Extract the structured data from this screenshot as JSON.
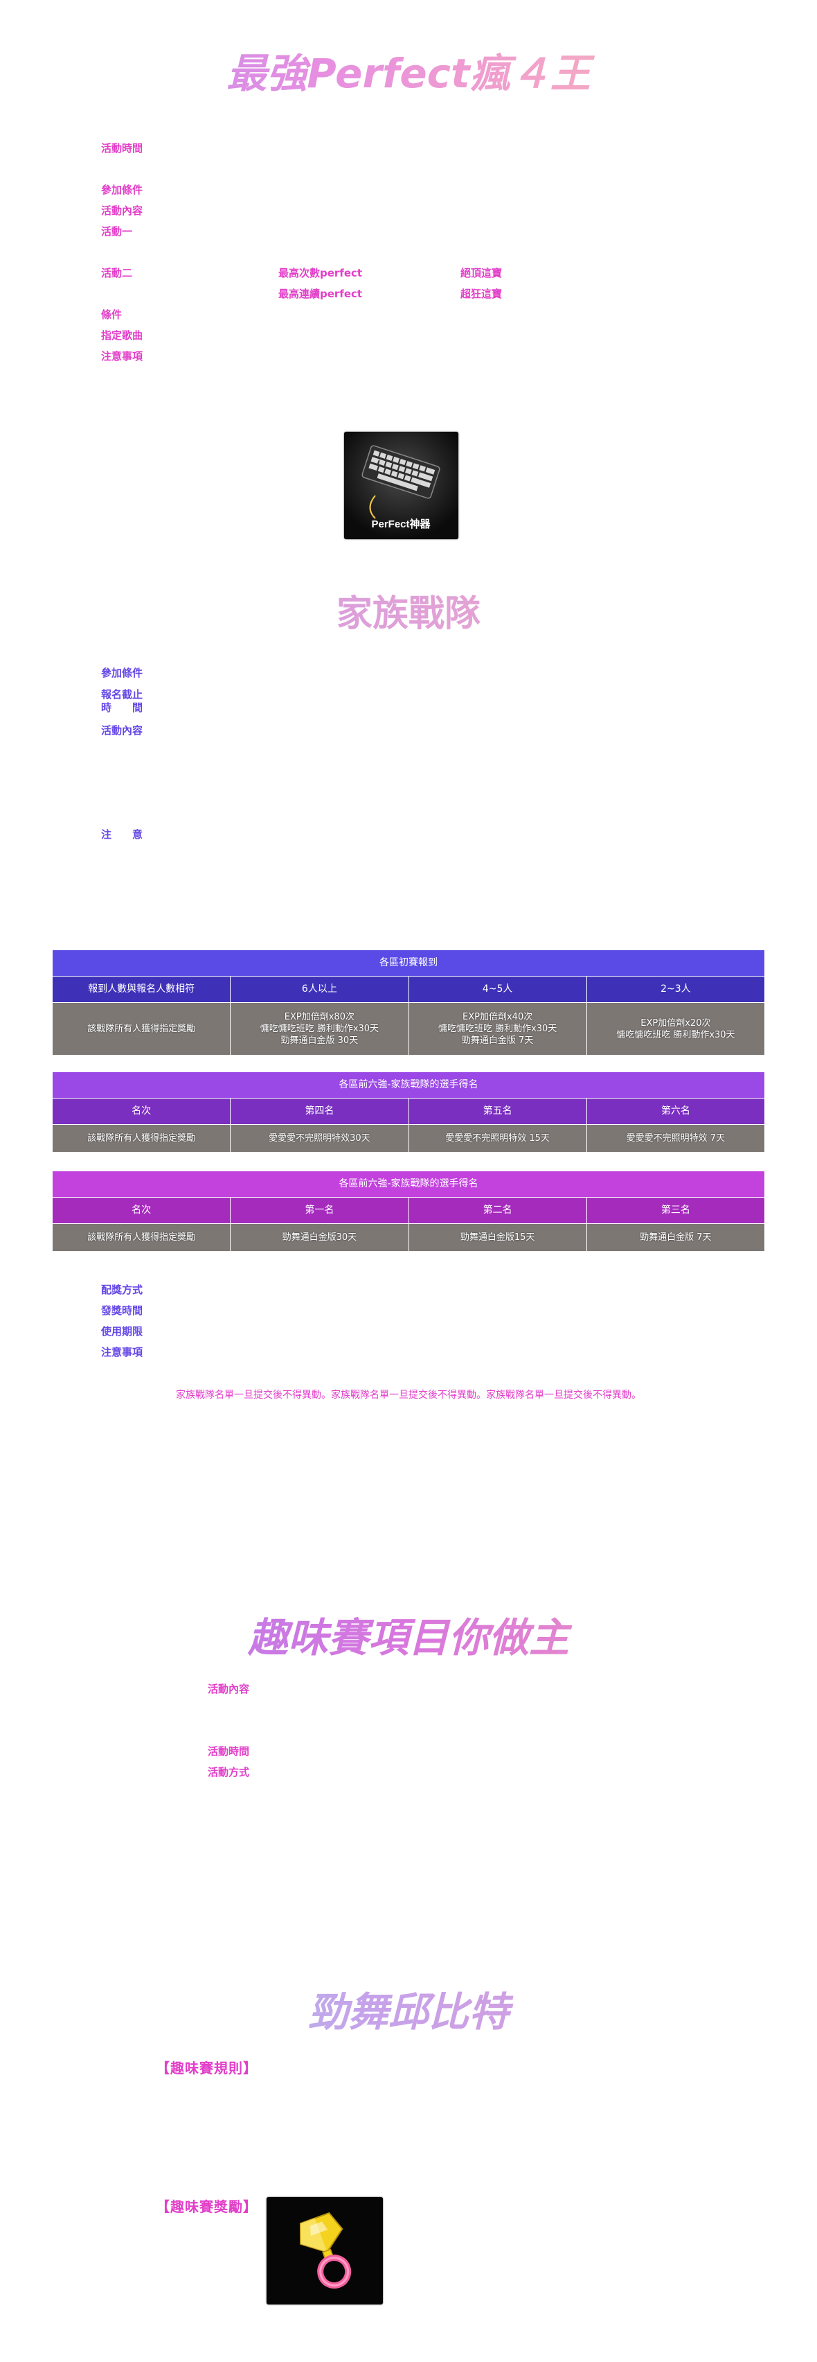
{
  "section1": {
    "title": "最強Perfect瘋４王",
    "labels": {
      "time": "活動時間",
      "conditions": "參加條件",
      "content": "活動內容",
      "event_one": "活動一",
      "event_two": "活動二",
      "condition": "條件",
      "song": "指定歌曲",
      "notes": "注意事項"
    },
    "event_two_grid": {
      "a": "最高次數perfect",
      "b": "絕頂這寶",
      "c": "最高連續perfect",
      "d": "超狂這寶"
    },
    "item_caption": "PerFect神器"
  },
  "section2": {
    "title": "家族戰隊",
    "labels": {
      "conditions": "參加條件",
      "deadline_1": "報名截止",
      "deadline_2": "時　　間",
      "content": "活動內容",
      "notes": "注　　意"
    }
  },
  "table1": {
    "title": "各區初賽報到",
    "headers": [
      "報到人數與報名人數相符",
      "6人以上",
      "4~5人",
      "2~3人"
    ],
    "row": {
      "first": "該戰隊所有人獲得指定獎勵",
      "c1": [
        "EXP加倍劑x80次",
        "慵吃慵吃班吃  勝利動作x30天",
        "勁舞通白金版 30天"
      ],
      "c2": [
        "EXP加倍劑x40次",
        "慵吃慵吃班吃  勝利動作x30天",
        "勁舞通白金版 7天"
      ],
      "c3": [
        "EXP加倍劑x20次",
        "慵吃慵吃班吃  勝利動作x30天"
      ]
    }
  },
  "table2": {
    "title": "各區前六強-家族戰隊的選手得名",
    "headers": [
      "名次",
      "第四名",
      "第五名",
      "第六名"
    ],
    "row": [
      "該戰隊所有人獲得指定獎勵",
      "愛愛愛不完照明特效30天",
      "愛愛愛不完照明特效 15天",
      "愛愛愛不完照明特效 7天"
    ]
  },
  "table3": {
    "title": "各區前六強-家族戰隊的選手得名",
    "headers": [
      "名次",
      "第一名",
      "第二名",
      "第三名"
    ],
    "row": [
      "該戰隊所有人獲得指定獎勵",
      "勁舞通白金版30天",
      "勁舞通白金版15天",
      "勁舞通白金版 7天"
    ]
  },
  "section2_footer": {
    "labels": {
      "delivery": "配獎方式",
      "issue_time": "發獎時間",
      "period": "使用期限",
      "notes": "注意事項"
    },
    "warning": "家族戰隊名單一旦提交後不得異動。家族戰隊名單一旦提交後不得異動。家族戰隊名單一旦提交後不得異動。"
  },
  "section3": {
    "title": "趣味賽項目你做主",
    "labels": {
      "content": "活動內容",
      "time": "活動時間",
      "method": "活動方式"
    }
  },
  "section4": {
    "title": "勁舞邱比特",
    "rules": "【趣味賽規則】",
    "rewards": "【趣味賽獎勵】"
  }
}
